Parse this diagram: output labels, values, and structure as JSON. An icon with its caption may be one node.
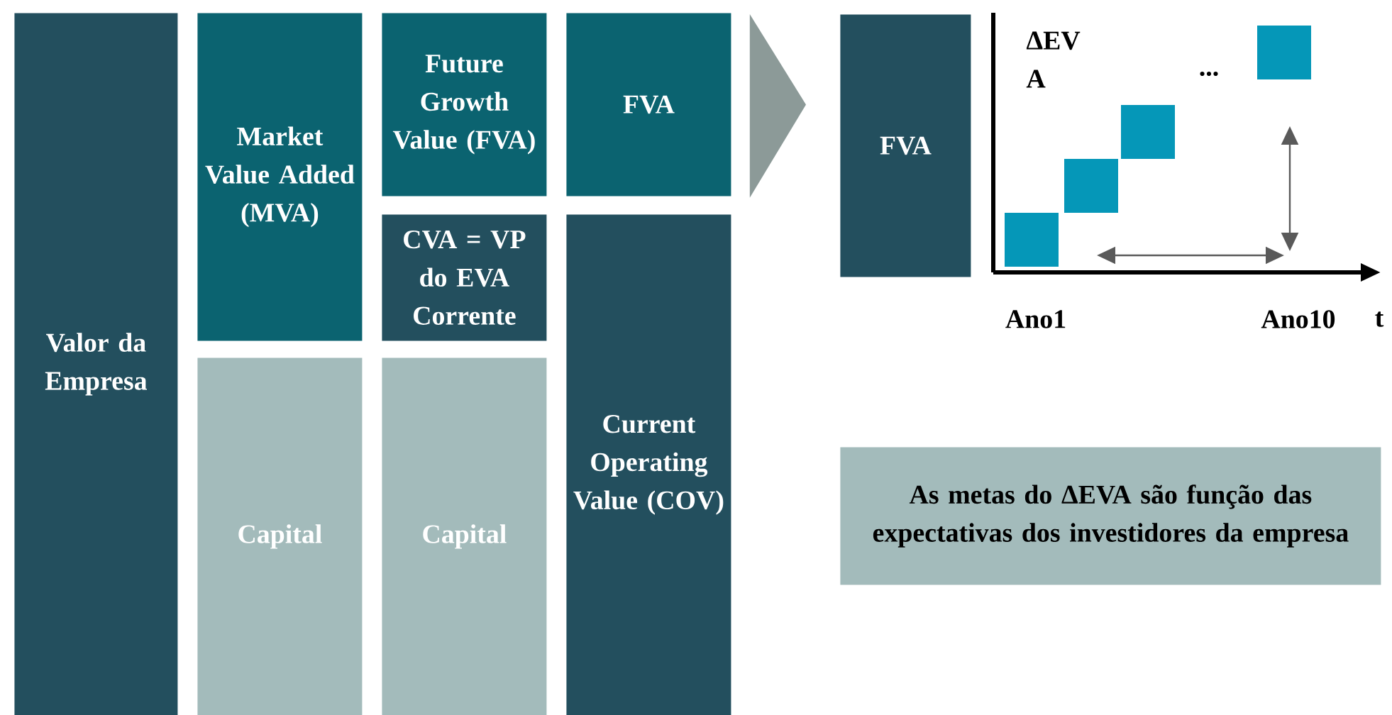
{
  "diagram": {
    "nodes": [
      {
        "text": [
          "Valor da Empresa"
        ]
      },
      {
        "text": [
          "Market Value Added (MVA)"
        ]
      },
      {
        "text": [
          "Capital"
        ]
      },
      {
        "text": [
          "Future Growth Value (FVA)"
        ]
      },
      {
        "text": [
          "CVA = VP do EVA Corrente"
        ]
      },
      {
        "text": [
          "Capital"
        ]
      },
      {
        "text": [
          "FVA"
        ]
      },
      {
        "text": [
          "Current Operating Value (COV)"
        ]
      },
      {
        "text": [
          "FVA"
        ]
      },
      {
        "text": [
          "As metas do ΔEVA são função das expectativas dos investidores da empresa"
        ]
      }
    ],
    "edges": [
      {
        "from": 6,
        "to": 8,
        "arrow": "to"
      }
    ],
    "labels": [
      "ΔEV A",
      "...",
      "Ano1",
      "Ano10",
      "t"
    ]
  }
}
